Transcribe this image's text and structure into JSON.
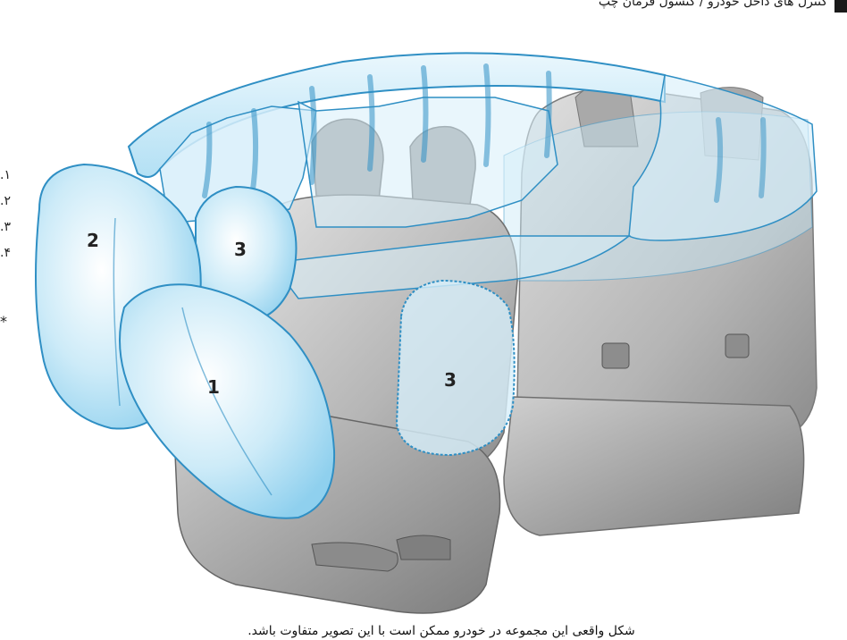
{
  "header": {
    "section_title": "کنترل های داخل خودرو / کنسول فرمان چپ",
    "marker_color": "#1a1a1a"
  },
  "margin_list": {
    "items": [
      ".۱",
      ".۲",
      ".۳",
      ".۴"
    ],
    "note_symbol": "*"
  },
  "figure": {
    "callouts": [
      "1",
      "2",
      "3",
      "3"
    ],
    "airbag_color": "#bfe6f7",
    "airbag_outline": "#2f8fc4",
    "seat_color": "#bcbcbc"
  },
  "caption": "شکل واقعی این مجموعه در خودرو ممکن است با این تصویر متفاوت باشد."
}
